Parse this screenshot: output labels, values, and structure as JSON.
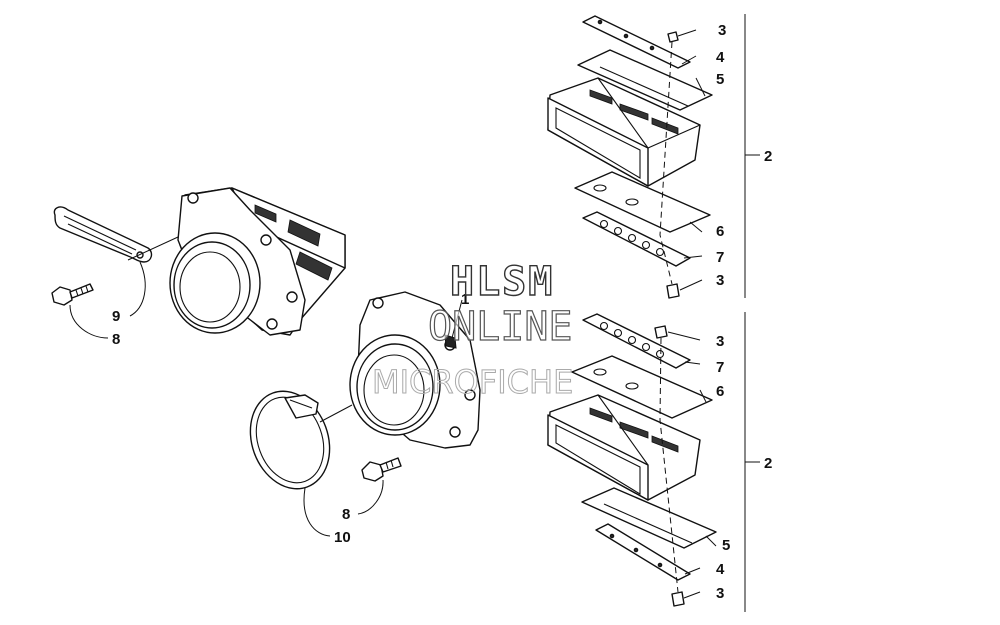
{
  "callouts": {
    "c_1": "1",
    "c_2_top": "2",
    "c_2_bottom": "2",
    "c_3_a": "3",
    "c_3_b": "3",
    "c_3_c": "3",
    "c_3_d": "3",
    "c_4_top": "4",
    "c_4_bottom": "4",
    "c_5_top": "5",
    "c_5_bottom": "5",
    "c_6_top": "6",
    "c_6_bottom": "6",
    "c_7_top": "7",
    "c_7_bottom": "7",
    "c_8_left": "8",
    "c_8_mid": "8",
    "c_9": "9",
    "c_10": "10"
  },
  "watermark": {
    "line1": "HLSM",
    "line2": "ONLINE",
    "line3": "MICROFICHE"
  }
}
